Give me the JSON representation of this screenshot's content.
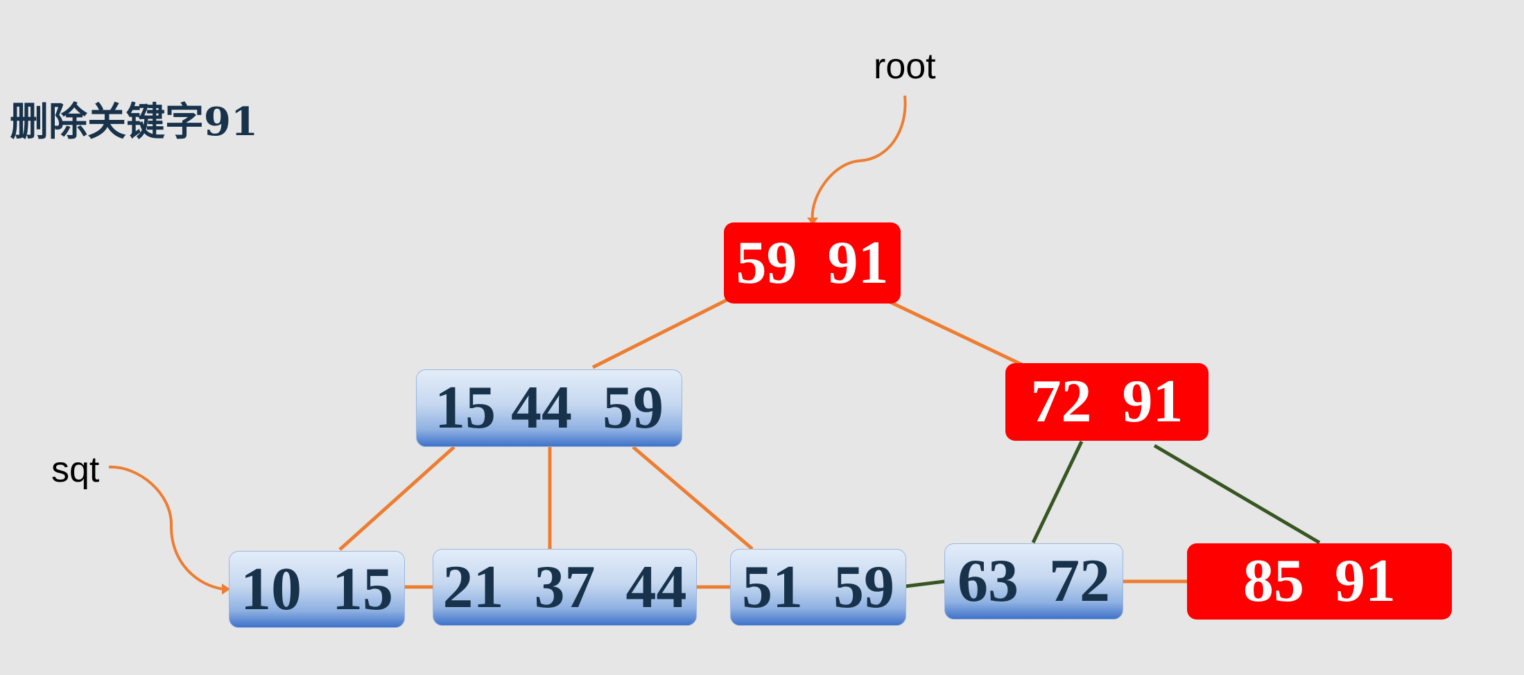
{
  "title": "删除关键字91",
  "pointers": {
    "root": "root",
    "sqt": "sqt"
  },
  "colors": {
    "background": "#e6e6e6",
    "edge_orange": "#ed7d31",
    "edge_green": "#375623",
    "node_red": "#ff0000",
    "node_blue_text": "#17324a"
  },
  "nodes": {
    "root": "59  91",
    "level1_left": "15 44  59",
    "level1_right": "72  91",
    "leaf1": "10  15",
    "leaf2": "21  37  44",
    "leaf3": "51  59",
    "leaf4": "63  72",
    "leaf5": "85  91"
  }
}
